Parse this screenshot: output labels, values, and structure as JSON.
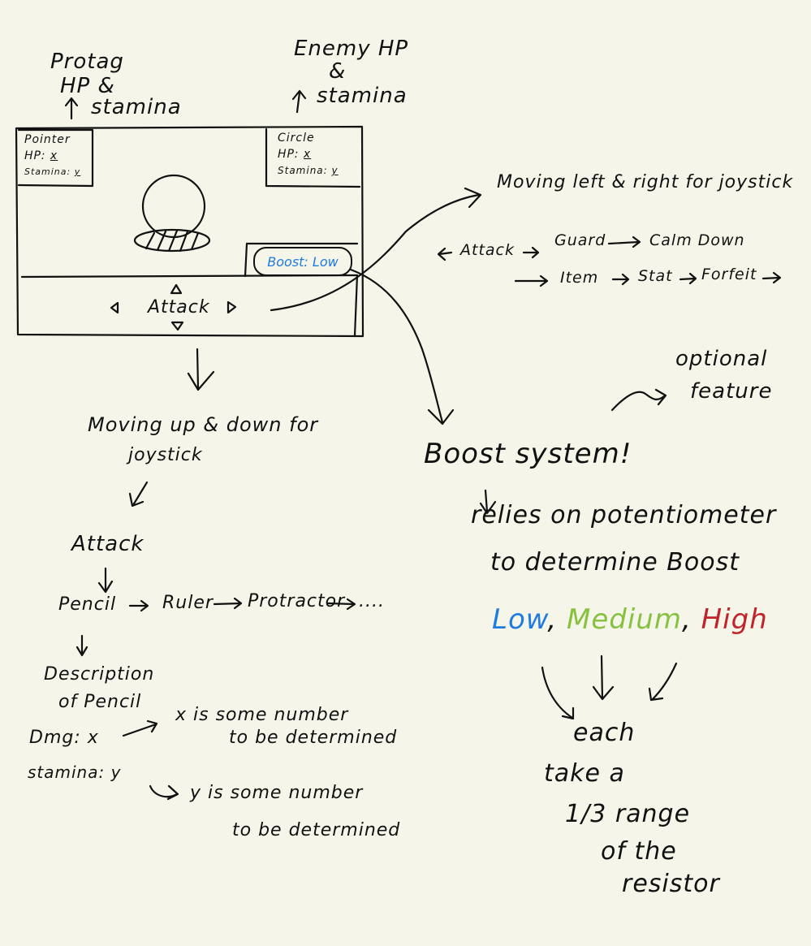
{
  "top_labels": {
    "protag_line1": "Protag",
    "protag_line2": "HP &",
    "protag_line3": "stamina",
    "enemy_line1": "Enemy HP",
    "enemy_line2": "&",
    "enemy_line3": "stamina"
  },
  "screen": {
    "player": {
      "name": "Pointer",
      "hp_label": "HP:",
      "hp_value": "x",
      "stamina_label": "Stamina:",
      "stamina_value": "y"
    },
    "enemy": {
      "name": "Circle",
      "hp_label": "HP:",
      "hp_value": "x",
      "stamina_label": "Stamina:",
      "stamina_value": "y"
    },
    "boost_label": "Boost:",
    "boost_value": "Low",
    "menu_current": "Attack"
  },
  "right_flow": {
    "title_line": "Moving left & right for joystick",
    "row1": [
      "Attack",
      "Guard",
      "Calm Down"
    ],
    "row2": [
      "Item",
      "Stat",
      "Forfeit"
    ]
  },
  "left_flow": {
    "title_line1": "Moving up & down for",
    "title_line2": "joystick",
    "attack": "Attack",
    "items": [
      "Pencil",
      "Ruler",
      "Protractor",
      "...."
    ],
    "desc_line1": "Description",
    "desc_line2": "of Pencil",
    "dmg": "Dmg: x",
    "stamina": "stamina: y",
    "x_note_line1": "x is some number",
    "x_note_line2": "to be determined",
    "y_note_line1": "y is some number",
    "y_note_line2": "to be determined"
  },
  "boost_system": {
    "optional_line1": "optional",
    "optional_line2": "feature",
    "title": "Boost system!",
    "line1": "relies on potentiometer",
    "line2": "to determine Boost",
    "levels": [
      "Low",
      "Medium",
      "High"
    ],
    "level_colors": [
      "#1e7be0",
      "#86c23f",
      "#c0232a"
    ],
    "each_line1": "each",
    "each_line2": "take a",
    "each_line3": "1/3 range",
    "each_line4": "of the",
    "each_line5": "resistor"
  }
}
